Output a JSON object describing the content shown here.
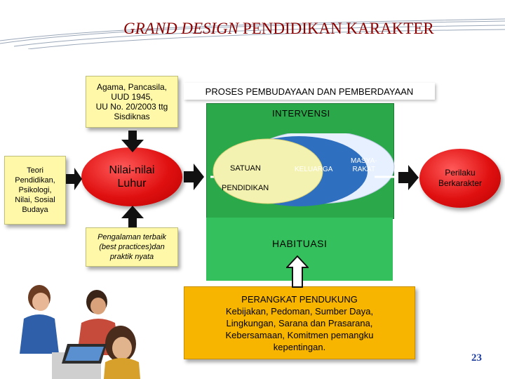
{
  "title": {
    "italic": "GRAND DESIGN",
    "rest": " PENDIDIKAN KARAKTER"
  },
  "top_source": [
    "Agama, Pancasila,",
    "UUD 1945,",
    "UU No. 20/2003 ttg",
    "Sisdiknas"
  ],
  "left_source": [
    "Teori",
    "Pendidikan,",
    "Psikologi,",
    "Nilai, Sosial",
    "Budaya"
  ],
  "core_value": [
    "Nilai-nilai",
    "Luhur"
  ],
  "best_practice": [
    "Pengalaman terbaik",
    "(best practices)dan",
    "praktik nyata"
  ],
  "process_title": "PROSES PEMBUDAYAAN DAN PEMBERDAYAAN",
  "intervention_label": "INTERVENSI",
  "rings": {
    "satuan": "SATUAN",
    "pendidikan": "PENDIDIKAN",
    "keluarga": "KELUARGA",
    "masyarakat": [
      "MASYA-",
      "RAKAT"
    ]
  },
  "habituation_label": "HABITUASI",
  "outcome": [
    "Perilaku",
    "Berkarakter"
  ],
  "support": {
    "heading": "PERANGKAT PENDUKUNG",
    "lines": [
      "Kebijakan, Pedoman, Sumber Daya,",
      "Lingkungan, Sarana dan Prasarana,",
      "Kebersamaan, Komitmen pemangku",
      "kepentingan."
    ]
  },
  "page_number": "23",
  "colors": {
    "title": "#8b0000",
    "yellow_box": "#fff8a8",
    "green_panel": "#2aa84a",
    "red_oval": "#e01010",
    "orange_box": "#f7b500",
    "page_number": "#1f3fa0"
  },
  "icons": [
    "down-arrow-icon",
    "right-arrow-icon"
  ]
}
